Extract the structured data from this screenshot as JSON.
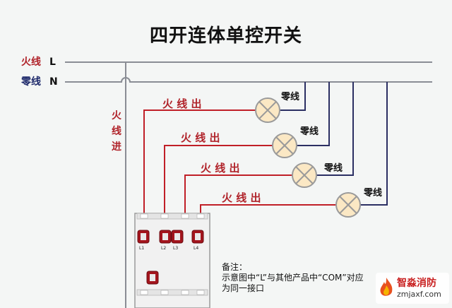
{
  "title": "四开连体单控开关",
  "lines": {
    "live_label": "火线",
    "live_letter": "L",
    "neutral_label": "零线",
    "neutral_letter": "N"
  },
  "live_in_label": [
    "火",
    "线",
    "进"
  ],
  "circuits": [
    {
      "out_label": "火 线 出",
      "neutral_label": "零线"
    },
    {
      "out_label": "火 线 出",
      "neutral_label": "零线"
    },
    {
      "out_label": "火 线 出",
      "neutral_label": "零线"
    },
    {
      "out_label": "火 线 出",
      "neutral_label": "零线"
    }
  ],
  "terminals": [
    "L1",
    "L2",
    "L3",
    "L4"
  ],
  "note": {
    "heading": "备注：",
    "line1": "示意图中“L”与其他产品中“COM”对应",
    "line2": "为同一接口"
  },
  "colors": {
    "live_wire": "#c01f27",
    "neutral_wire": "#2b2f63",
    "live_text": "#b0232a",
    "neutral_text": "#1e2a6b",
    "line_wire": "#8a8d95"
  },
  "watermark": {
    "name": "智淼消防",
    "url": "zmjaxf.com"
  }
}
